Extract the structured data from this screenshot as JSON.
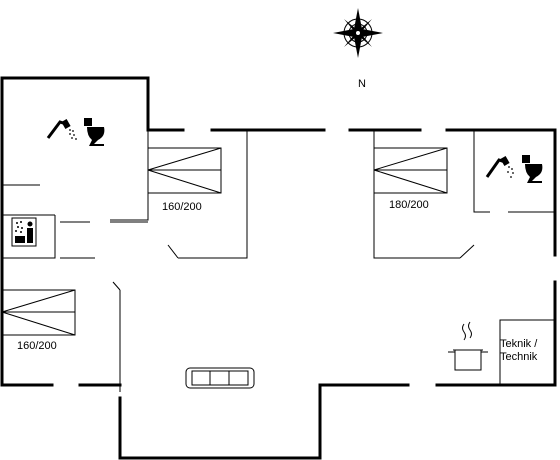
{
  "compass": {
    "north_label": "N"
  },
  "rooms": {
    "bedroom_1": {
      "bed_size": "160/200"
    },
    "bedroom_2": {
      "bed_size": "180/200"
    },
    "bedroom_3": {
      "bed_size": "160/200"
    },
    "technical_room": {
      "label_line1": "Teknik /",
      "label_line2": "Technik"
    }
  },
  "icons": [
    "compass-rose-icon",
    "shower-icon",
    "toilet-icon",
    "sauna-icon",
    "cooking-pot-icon",
    "sofa-icon",
    "bed-icon"
  ]
}
